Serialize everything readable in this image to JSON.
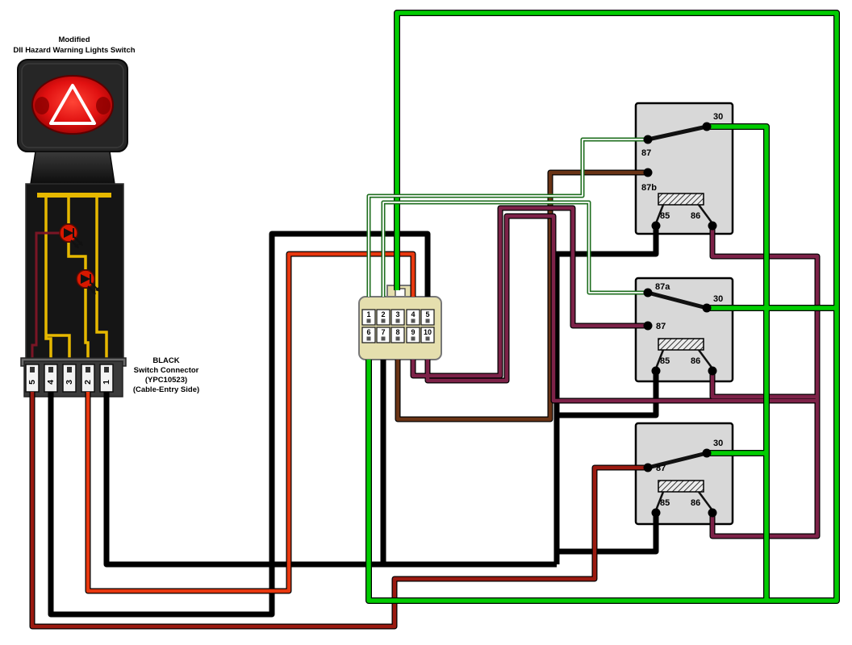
{
  "diagram_title": {
    "line1": "Modified",
    "line2": "DII Hazard Warning Lights Switch"
  },
  "switch_connector_label": {
    "line1": "BLACK",
    "line2": "Switch Connector",
    "line3": "(YPC10523)",
    "line4": "(Cable-Entry Side)"
  },
  "switch_connector_pins": [
    "5",
    "4",
    "3",
    "2",
    "1"
  ],
  "main_connector": {
    "row1": [
      "1",
      "2",
      "3",
      "4",
      "5"
    ],
    "row2": [
      "6",
      "7",
      "8",
      "9",
      "10"
    ]
  },
  "relays": [
    {
      "p30": "30",
      "p87": "87",
      "p87b": "87b",
      "p85": "85",
      "p86": "86"
    },
    {
      "p87a": "87a",
      "p30": "30",
      "p87": "87",
      "p85": "85",
      "p86": "86"
    },
    {
      "p30": "30",
      "p87": "87",
      "p85": "85",
      "p86": "86"
    }
  ],
  "colors": {
    "green": "#00cc00",
    "green_white_trace": "#1e6e1e",
    "maroon": "#7d2248",
    "brown": "#6a3416",
    "orange_red": "#e8380f",
    "dark_red": "#9b1a10",
    "black": "#000000",
    "yellow": "#e6b800",
    "relay_fill": "#d8d8d8",
    "connector_fill": "#e5dfae",
    "lens_red": "#d81010"
  }
}
